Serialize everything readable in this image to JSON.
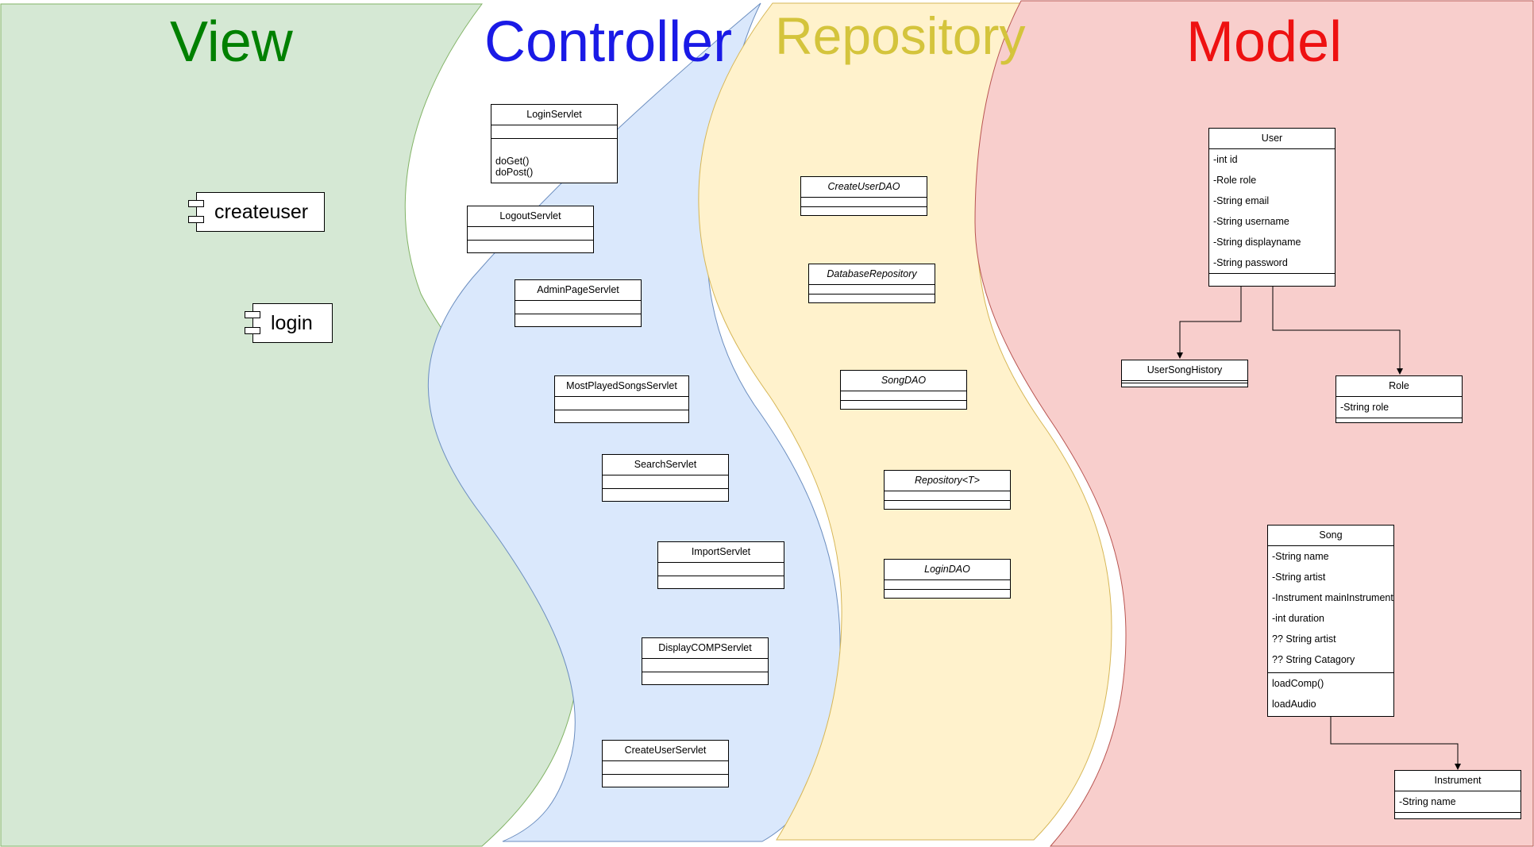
{
  "lanes": {
    "view": {
      "title": "View",
      "color": "#008000",
      "fill": "#d5e8d4"
    },
    "controller": {
      "title": "Controller",
      "color": "#1a1ae6",
      "fill": "#dae8fc"
    },
    "repository": {
      "title": "Repository",
      "color": "#d4c43c",
      "fill": "#fff2cc"
    },
    "model": {
      "title": "Model",
      "color": "#ee1111",
      "fill": "#f8cecc"
    }
  },
  "view_components": [
    {
      "id": "createuser",
      "label": "createuser"
    },
    {
      "id": "login",
      "label": "login"
    }
  ],
  "controller_classes": [
    {
      "id": "login-servlet",
      "name": "LoginServlet",
      "methods": [
        "doGet()",
        "doPost()"
      ]
    },
    {
      "id": "logout-servlet",
      "name": "LogoutServlet"
    },
    {
      "id": "admin-page-servlet",
      "name": "AdminPageServlet"
    },
    {
      "id": "most-played-songs-servlet",
      "name": "MostPlayedSongsServlet"
    },
    {
      "id": "search-servlet",
      "name": "SearchServlet"
    },
    {
      "id": "import-servlet",
      "name": "ImportServlet"
    },
    {
      "id": "display-comp-servlet",
      "name": "DisplayCOMPServlet"
    },
    {
      "id": "create-user-servlet",
      "name": "CreateUserServlet"
    }
  ],
  "repository_classes": [
    {
      "id": "create-user-dao",
      "name": "CreateUserDAO"
    },
    {
      "id": "database-repository",
      "name": "DatabaseRepository"
    },
    {
      "id": "song-dao",
      "name": "SongDAO"
    },
    {
      "id": "repository-t",
      "name": "Repository<T>"
    },
    {
      "id": "login-dao",
      "name": "LoginDAO"
    }
  ],
  "model_classes": {
    "user": {
      "name": "User",
      "fields": [
        "-int id",
        "-Role role",
        "-String email",
        "-String username",
        "-String displayname",
        "-String password"
      ]
    },
    "user_song_history": {
      "name": "UserSongHistory"
    },
    "role": {
      "name": "Role",
      "fields": [
        "-String role"
      ]
    },
    "song": {
      "name": "Song",
      "fields": [
        "-String name",
        "-String artist",
        "-Instrument mainInstrument",
        "-int duration",
        "?? String artist",
        "?? String Catagory"
      ],
      "methods": [
        "loadComp()",
        "loadAudio"
      ]
    },
    "instrument": {
      "name": "Instrument",
      "fields": [
        "-String name"
      ]
    }
  }
}
